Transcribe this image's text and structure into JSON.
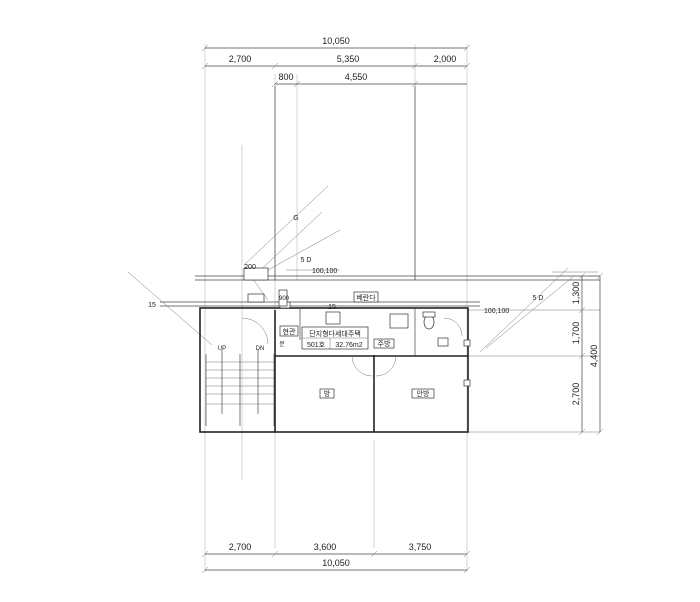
{
  "dimensions": {
    "top_total": "10,050",
    "top_segments": [
      "2,700",
      "5,350",
      "2,000"
    ],
    "top_sub": [
      "800",
      "4,550"
    ],
    "bottom_total": "10,050",
    "bottom_segments": [
      "2,700",
      "3,600",
      "3,750"
    ],
    "right_segments": [
      "1,300",
      "1,700",
      "2,700"
    ],
    "right_total": "4,400"
  },
  "annotations": {
    "canopy_top": "200",
    "rafter_left": "100,100",
    "rafter_right": "100,100",
    "slope_left": "15",
    "slope_mid": "15",
    "gutter_g": "G",
    "downspout_left": "5 D",
    "downspout_right": "5 D",
    "col_mark": "900"
  },
  "rooms": {
    "balcony": "베란다",
    "entrance": "현관",
    "kitchen": "주방",
    "room": "방",
    "master_room": "안방",
    "stair_up": "UP",
    "stair_dn": "DN",
    "box_small": "문"
  },
  "unit_label": {
    "title": "단지형다세대주택",
    "unit": "501호",
    "area": "32.76m2"
  }
}
